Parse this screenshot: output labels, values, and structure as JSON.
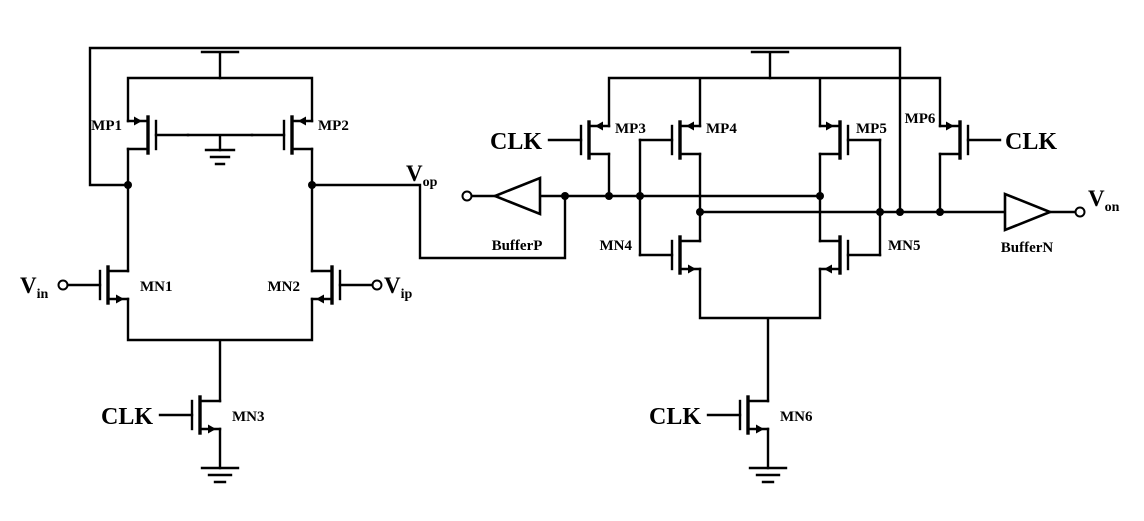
{
  "transistors": {
    "mp1": "MP1",
    "mp2": "MP2",
    "mp3": "MP3",
    "mp4": "MP4",
    "mp5": "MP5",
    "mp6": "MP6",
    "mn1": "MN1",
    "mn2": "MN2",
    "mn3": "MN3",
    "mn4": "MN4",
    "mn5": "MN5",
    "mn6": "MN6"
  },
  "clock_label": "CLK",
  "ports": {
    "vin": {
      "base": "V",
      "sub": "in"
    },
    "vip": {
      "base": "V",
      "sub": "ip"
    },
    "vop": {
      "base": "V",
      "sub": "op"
    },
    "von": {
      "base": "V",
      "sub": "on"
    }
  },
  "buffers": {
    "p": "BufferP",
    "n": "BufferN"
  },
  "colors": {
    "ink": "#000000",
    "background": "#ffffff"
  }
}
